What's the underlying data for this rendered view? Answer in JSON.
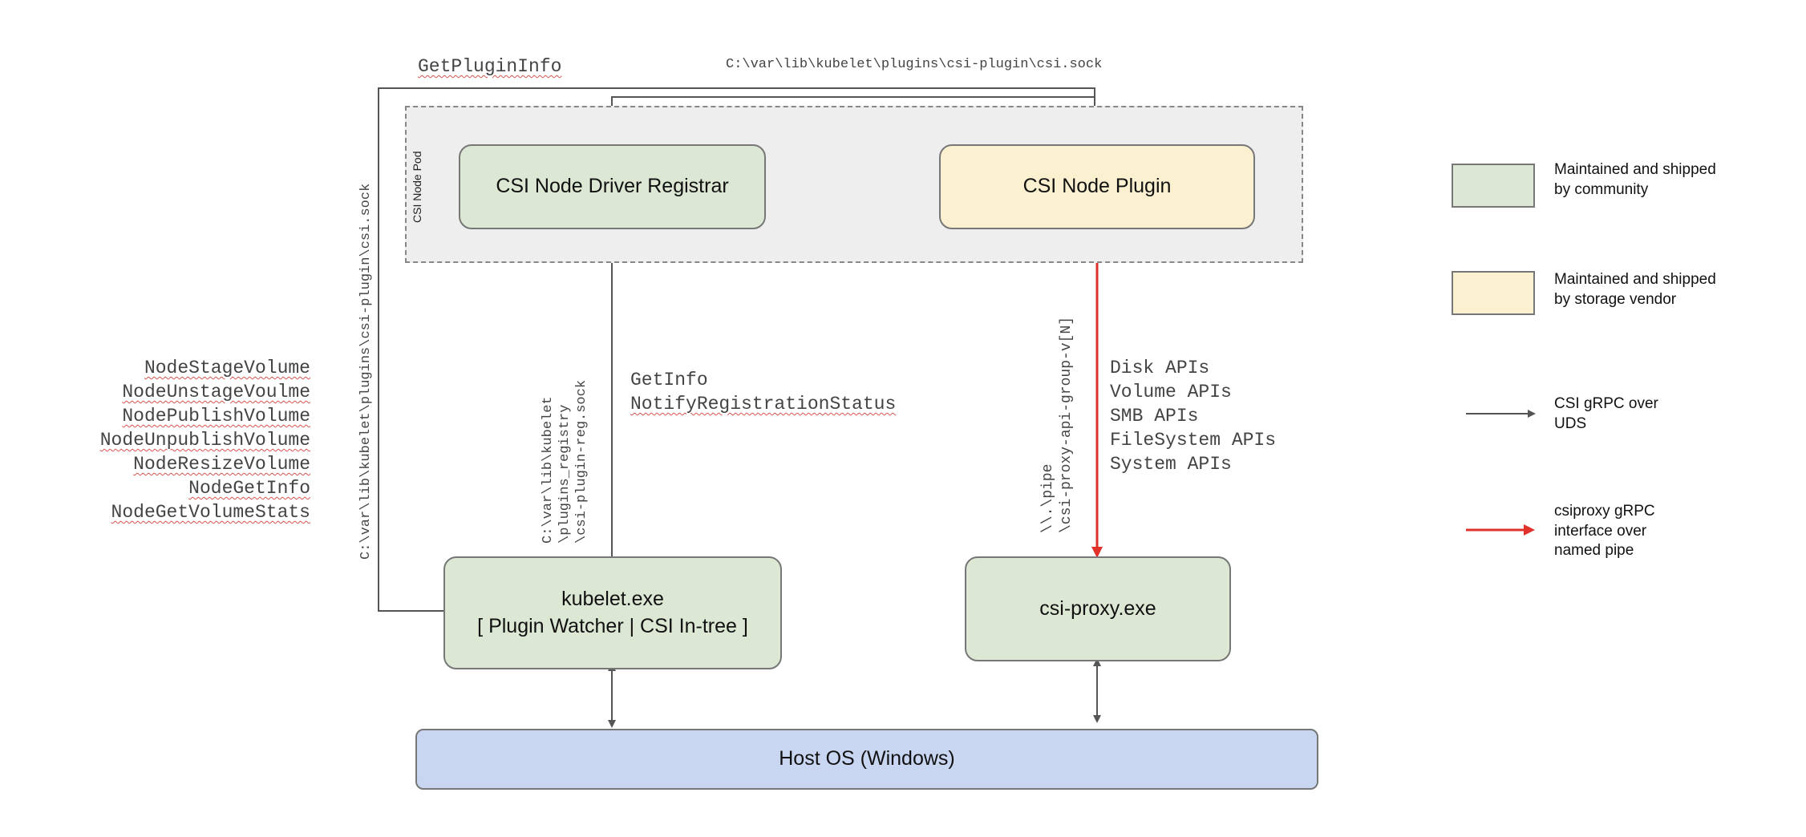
{
  "pod": {
    "label": "CSI Node Pod"
  },
  "boxes": {
    "registrar": "CSI Node Driver Registrar",
    "plugin": "CSI Node Plugin",
    "kubelet_line1": "kubelet.exe",
    "kubelet_line2": "[ Plugin Watcher | CSI In-tree ]",
    "csiproxy": "csi-proxy.exe",
    "hostos": "Host OS (Windows)"
  },
  "labels": {
    "get_plugin_info": "GetPluginInfo",
    "csi_sock_top": "C:\\var\\lib\\kubelet\\plugins\\csi-plugin\\csi.sock",
    "csi_sock_vertical": "C:\\var\\lib\\kubelet\\plugins\\csi-plugin\\csi.sock",
    "reg_sock_line1": "C:\\var\\lib\\kubelet",
    "reg_sock_line2": "\\plugins_registry",
    "reg_sock_line3": "\\csi-plugin-reg.sock",
    "get_info": "GetInfo",
    "notify_registration": "NotifyRegistrationStatus",
    "pipe_line1": "\\\\.\\pipe",
    "pipe_line2": "\\csi-proxy-api-group-v[N]"
  },
  "node_apis": [
    "NodeStageVolume",
    "NodeUnstageVoulme",
    "NodePublishVolume",
    "NodeUnpublishVolume",
    "NodeResizeVolume",
    "NodeGetInfo",
    "NodeGetVolumeStats"
  ],
  "proxy_apis": [
    "Disk APIs",
    "Volume APIs",
    "SMB APIs",
    "FileSystem APIs",
    "System APIs"
  ],
  "legend": {
    "community_line1": "Maintained and shipped",
    "community_line2": "by community",
    "vendor_line1": "Maintained and shipped",
    "vendor_line2": "by storage vendor",
    "uds_line1": "CSI gRPC over",
    "uds_line2": "UDS",
    "pipe_line1": "csiproxy gRPC",
    "pipe_line2": "interface over",
    "pipe_line3": "named pipe"
  },
  "colors": {
    "community": "#dce8d3",
    "vendor": "#fbf0cf",
    "host": "#c8d6f2",
    "grpc_arrow": "#555555",
    "pipe_arrow": "#e0312b"
  }
}
